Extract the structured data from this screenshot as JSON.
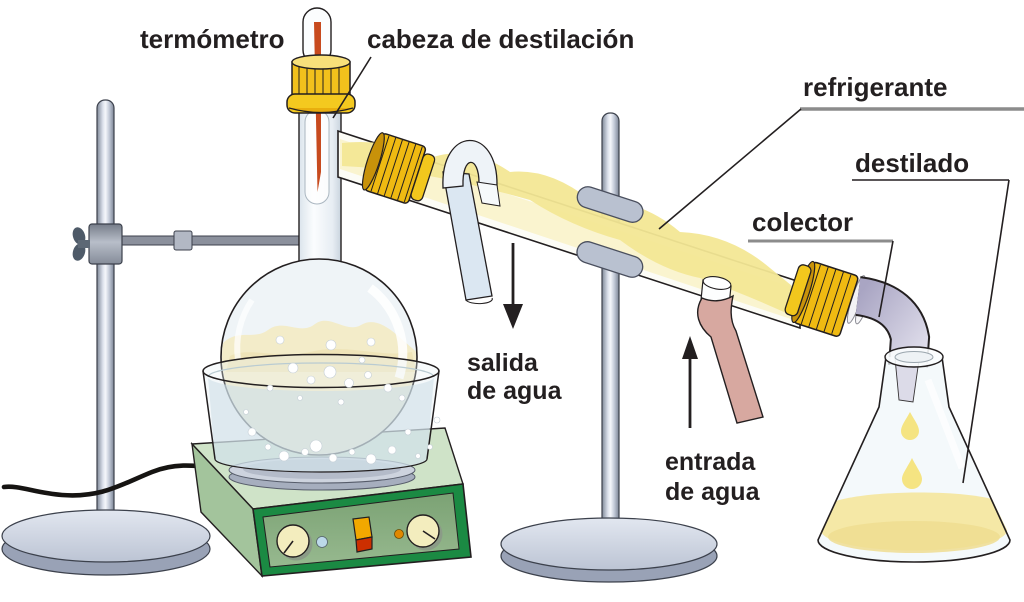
{
  "diagram": {
    "labels": {
      "thermometer": "termómetro",
      "still_head": "cabeza de destilación",
      "condenser": "refrigerante",
      "distillate": "destilado",
      "collector": "colector",
      "water_outlet": {
        "line1": "salida",
        "line2": "de agua"
      },
      "water_inlet": {
        "line1": "entrada",
        "line2": "de agua"
      }
    },
    "icons": {
      "water_outlet_arrow": "arrow-down-icon",
      "water_inlet_arrow": "arrow-up-icon"
    },
    "colors": {
      "ink": "#231f20",
      "cap_yellow": "#f2c11c",
      "cap_yellow_dark": "#c8920a",
      "vapor_yellow": "#f6efb9",
      "vapor_bright": "#f3e795",
      "distillate_yellow": "#f5e8a6",
      "thermometer_red": "#c74a1e",
      "water_blue": "#cfe0ea",
      "inlet_pink": "#d7a8a0",
      "collector_lavender": "#b5b1cb",
      "hotplate_frame_green": "#1b8a43",
      "hotplate_top_green": "#cfe3c8",
      "hotplate_panel_green": "#88ac80",
      "knob_cream": "#f3edbe",
      "stand_gray": "#b9c1d0",
      "label_rule_gray": "#8c8c8c"
    }
  }
}
